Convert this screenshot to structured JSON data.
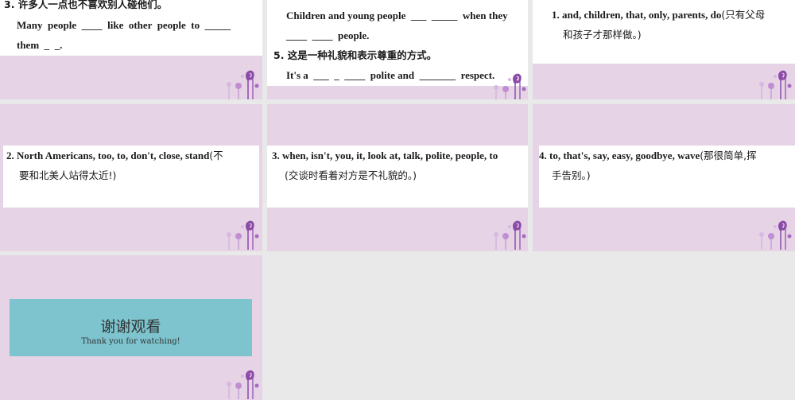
{
  "slides": {
    "s1": {
      "q3_header": "3. 许多人一点也不喜欢别人碰他们。",
      "line1": "Many  people  ____  like  other  people  to  _____",
      "line2": "them  _  _."
    },
    "s2": {
      "line0": "...................",
      "line1": "Children and young people  ___  _____  when they",
      "line2": "____  ____  people.",
      "q5_header": "5. 这是一种礼貌和表示尊重的方式。",
      "line4": "It's a  ___  _  ____  polite and  _______  respect."
    },
    "s3": {
      "line1": "1. and, children, that, only, parents, do",
      "line1_zh": "(只有父母",
      "line2_zh": "和孩子才那样做。)"
    },
    "s4": {
      "line1": "2. North Americans, too, to, don't, close, stand",
      "line1_zh": "(不",
      "line2_zh": "要和北美人站得太近!)"
    },
    "s5": {
      "line1": "3. when, isn't, you, it, look at, talk, polite, people, to",
      "line2_zh": "(交谈时看着对方是不礼貌的。)"
    },
    "s6": {
      "line1": "4. to, that's, say, easy, goodbye, wave",
      "line1_zh": "(那很简单,挥",
      "line2_zh": "手告别。)"
    },
    "s7": {
      "title": "谢谢观看",
      "subtitle": "Thank you for watching!"
    }
  },
  "colors": {
    "slide_bg": "#e6d3e6",
    "panel_bg": "#ffffff",
    "thanks_bg": "#7dc4cf",
    "deco_purple": "#8a4aa8"
  },
  "icons": [
    "flower-decoration-icon"
  ]
}
